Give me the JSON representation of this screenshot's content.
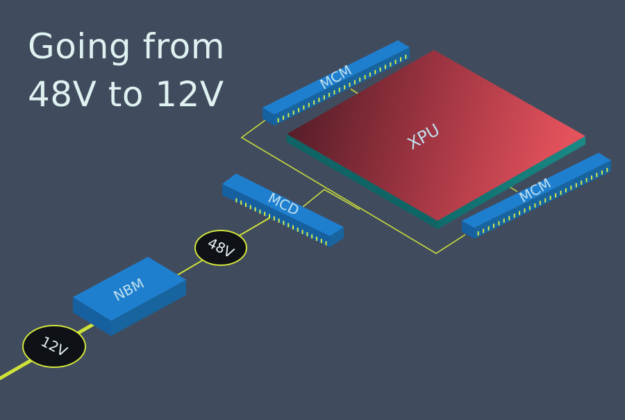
{
  "title": {
    "line1": "Going from",
    "line2": "48V to 12V"
  },
  "components": {
    "xpu": "XPU",
    "mcm_top": "MCM",
    "mcm_bottom": "MCM",
    "mcd": "MCD",
    "nbm": "NBM"
  },
  "voltages": {
    "high": "48V",
    "low": "12V"
  },
  "colors": {
    "background": "#404c5d",
    "module_blue": "#1f7fcf",
    "xpu_red": "#e0505a",
    "xpu_dark": "#4a1a24",
    "bus_line": "#d6e83a",
    "pins": "#d9ea45",
    "voltage_badge": "#0e1216"
  }
}
